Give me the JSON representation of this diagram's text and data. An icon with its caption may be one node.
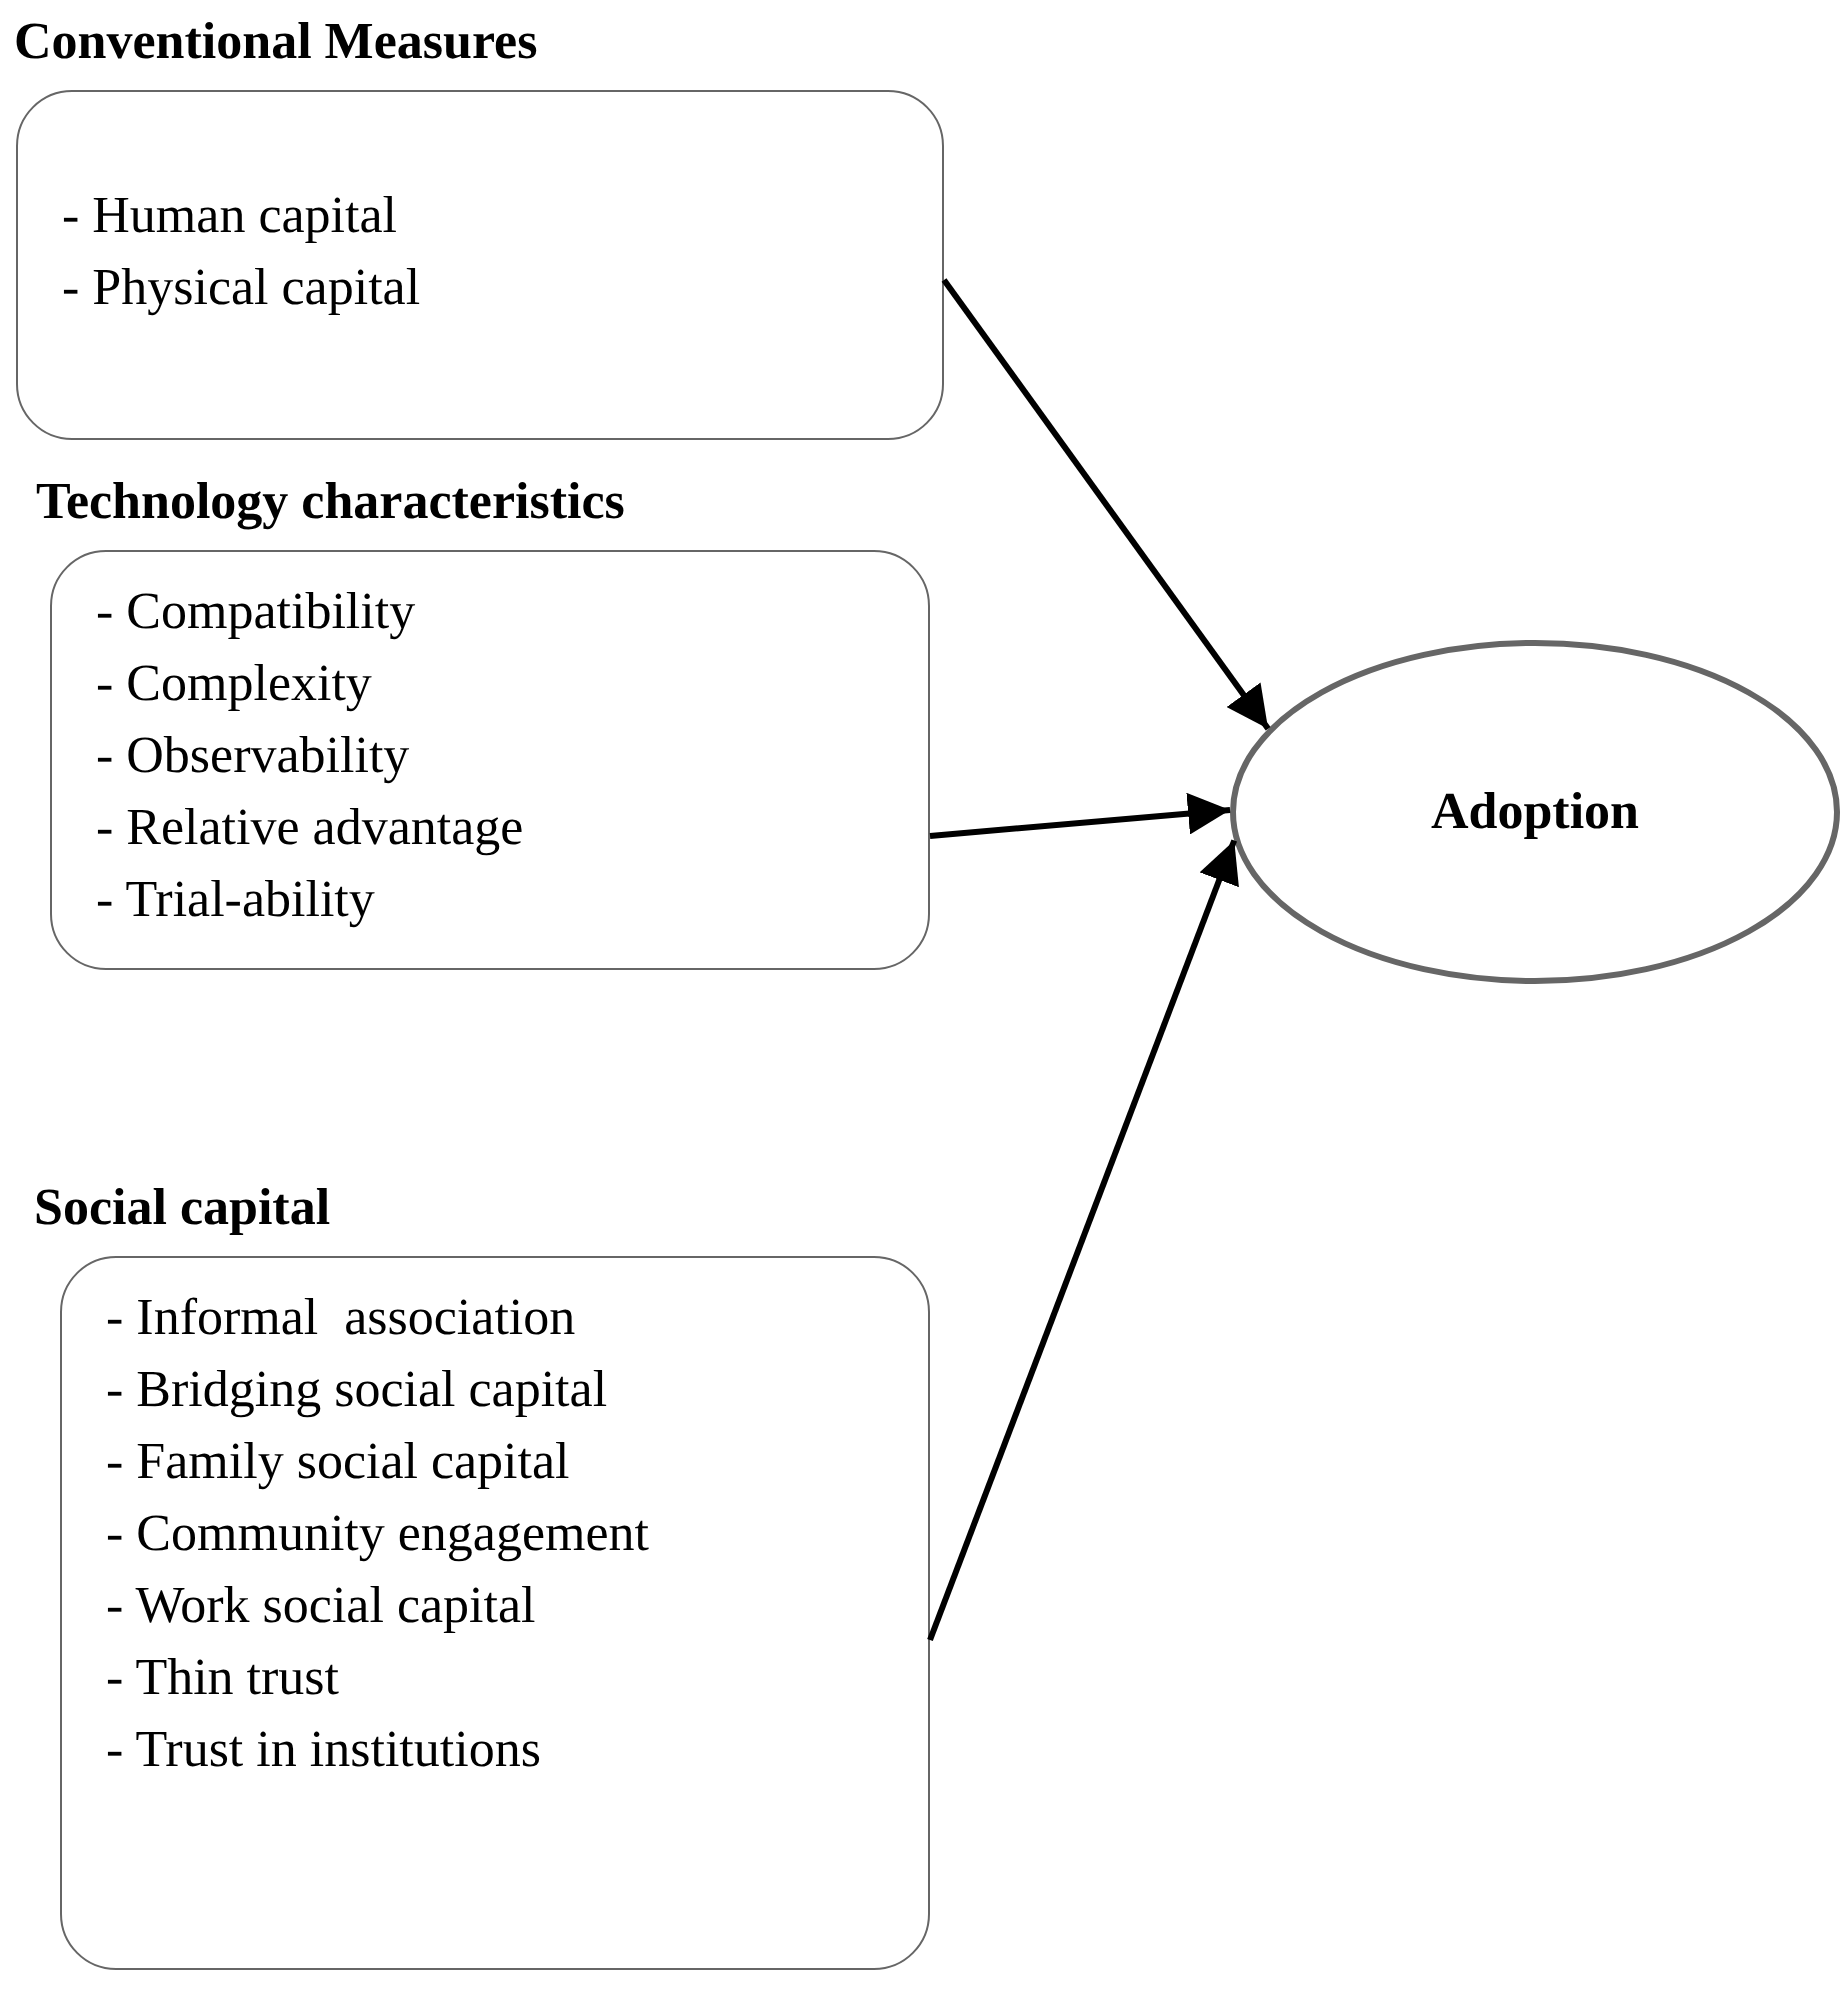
{
  "diagram": {
    "nodes": [
      {
        "text": [
          "Conventional Measures",
          "- Human capital",
          "- Physical capital"
        ]
      },
      {
        "text": [
          "Technology characteristics",
          "- Compatibility",
          "- Complexity",
          "- Observability",
          "- Relative advantage",
          "- Trial-ability"
        ]
      },
      {
        "text": [
          "Social capital",
          "- Informal  association",
          "- Bridging social capital",
          "- Family social capital",
          "- Community engagement",
          "- Work social capital",
          "- Thin trust",
          "- Trust in institutions"
        ]
      },
      {
        "text": [
          "Adoption"
        ]
      }
    ],
    "edges": [
      {
        "from": 0,
        "to": 3,
        "arrow": "to"
      },
      {
        "from": 1,
        "to": 3,
        "arrow": "to"
      },
      {
        "from": 2,
        "to": 3,
        "arrow": "to"
      }
    ]
  }
}
